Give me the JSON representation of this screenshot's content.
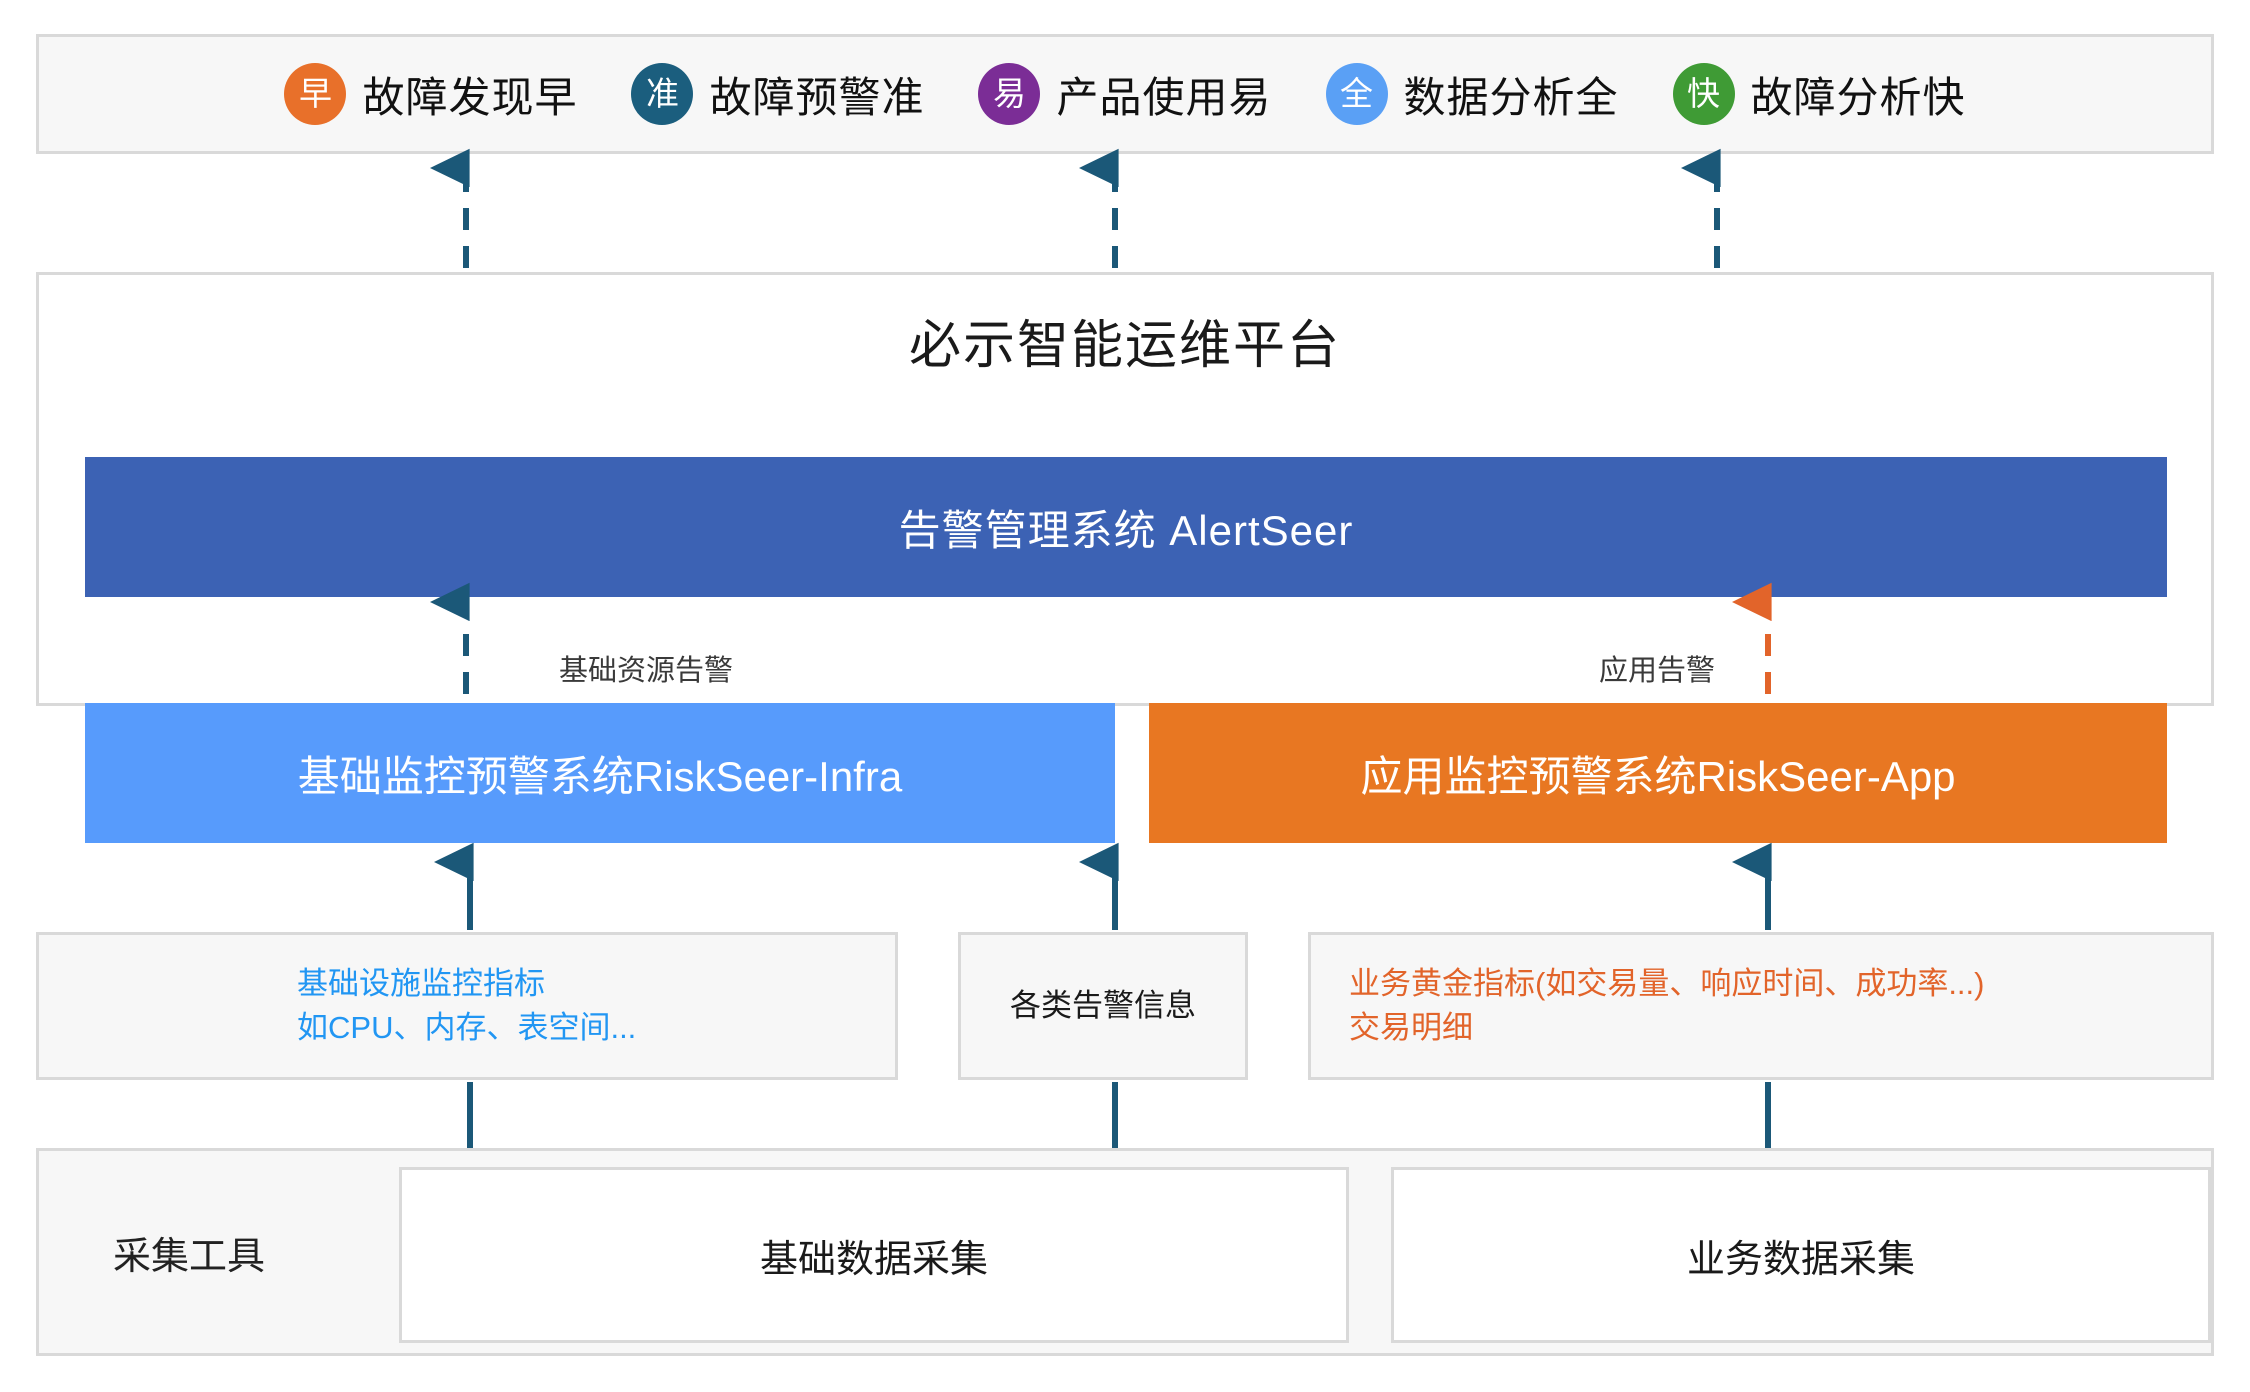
{
  "benefits": {
    "items": [
      {
        "badge": "早",
        "label": "故障发现早",
        "color": "#e8702a",
        "icon": "badge-circle-early"
      },
      {
        "badge": "准",
        "label": "故障预警准",
        "color": "#1b5e7e",
        "icon": "badge-circle-accurate"
      },
      {
        "badge": "易",
        "label": "产品使用易",
        "color": "#7b2d96",
        "icon": "badge-circle-easy"
      },
      {
        "badge": "全",
        "label": "数据分析全",
        "color": "#5aa0f5",
        "icon": "badge-circle-complete"
      },
      {
        "badge": "快",
        "label": "故障分析快",
        "color": "#3f9b35",
        "icon": "badge-circle-fast"
      }
    ]
  },
  "platform": {
    "title": "必示智能运维平台",
    "alert_system": {
      "label": "告警管理系统 AlertSeer",
      "color": "#3c62b4"
    },
    "monitor_systems": [
      {
        "label": "基础监控预警系统RiskSeer-Infra",
        "color": "#579bfc"
      },
      {
        "label": "应用监控预警系统RiskSeer-App",
        "color": "#e87722"
      }
    ],
    "connector_labels": {
      "infra_alert": "基础资源告警",
      "app_alert": "应用告警"
    }
  },
  "data_sources": {
    "infra_metrics": "基础设施监控指标\n如CPU、内存、表空间...",
    "alert_info": "各类告警信息",
    "biz_metrics": "业务黄金指标(如交易量、响应时间、成功率...)\n交易明细"
  },
  "collectors": {
    "section_label": "采集工具",
    "items": [
      {
        "label": "基础数据采集"
      },
      {
        "label": "业务数据采集"
      }
    ]
  },
  "colors": {
    "panel_border": "#d9d9d9",
    "panel_fill": "#f7f7f7",
    "arrow_dark_blue": "#1b5878",
    "arrow_orange": "#e2642a",
    "infra_text_blue": "#2196f3",
    "biz_text_orange": "#e2642a"
  }
}
